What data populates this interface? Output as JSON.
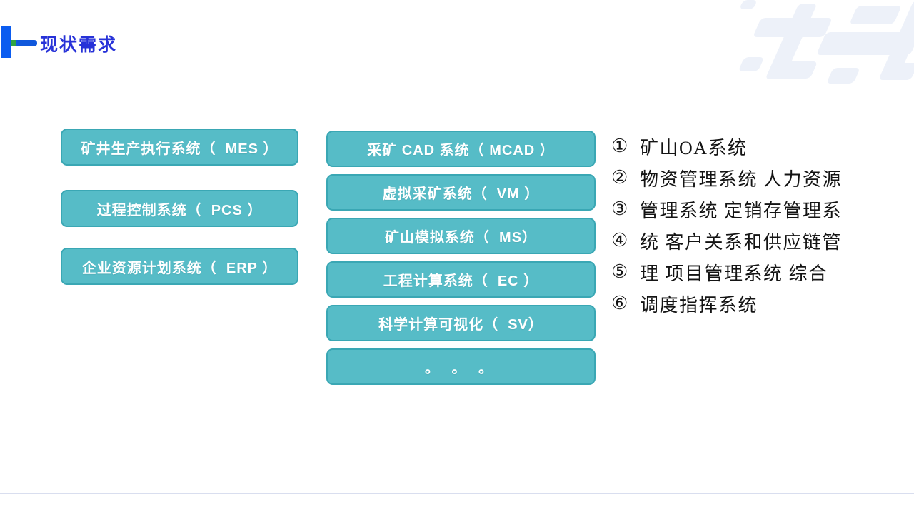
{
  "slide": {
    "title": "现状需求"
  },
  "colors": {
    "accent_blue": "#0b5cf0",
    "title_blue": "#2732d8",
    "marker_green": "#2fa344",
    "btn_fill": "#56bcc7",
    "btn_border": "#3aa7b4",
    "btn_text": "#ffffff",
    "list_text": "#141414",
    "divider": "#d9deef",
    "deco": "#edf1f9"
  },
  "left_buttons": [
    {
      "label": "矿井生产执行系统（  MES ）"
    },
    {
      "label": "过程控制系统（  PCS ）"
    },
    {
      "label": "企业资源计划系统（  ERP ）"
    }
  ],
  "middle_buttons": [
    {
      "label": "采矿 CAD 系统（ MCAD ）"
    },
    {
      "label": "虚拟采矿系统（  VM ）"
    },
    {
      "label": "矿山模拟系统（  MS）"
    },
    {
      "label": "工程计算系统（  EC ）"
    },
    {
      "label": "科学计算可视化（  SV）"
    },
    {
      "label": "。 。 。"
    }
  ],
  "right_list": [
    {
      "num": "①",
      "text": "矿山OA系统"
    },
    {
      "num": "②",
      "text": "物资管理系统 人力资源"
    },
    {
      "num": "③",
      "text": "管理系统 定销存管理系"
    },
    {
      "num": "④",
      "text": "统 客户关系和供应链管"
    },
    {
      "num": "⑤",
      "text": "理 项目管理系统 综合"
    },
    {
      "num": "⑥",
      "text": "调度指挥系统"
    }
  ]
}
